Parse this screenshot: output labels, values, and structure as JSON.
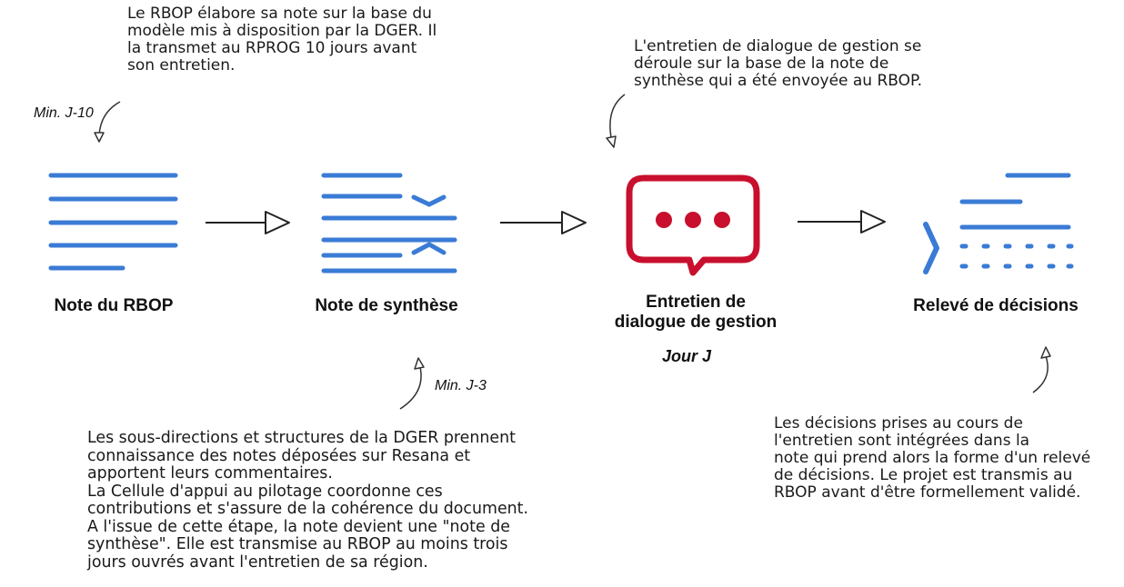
{
  "steps": [
    {
      "label": "Note du RBOP",
      "icon": "text-lines-icon"
    },
    {
      "label": "Note de synthèse",
      "icon": "merge-lines-icon"
    },
    {
      "label": "Entretien de\ndialogue de gestion",
      "icon": "speech-bubble-icon"
    },
    {
      "label": "Relevé de décisions",
      "icon": "decision-list-icon"
    }
  ],
  "timings": {
    "min_j10": "Min. J-10",
    "min_j3": "Min. J-3",
    "jour_j": "Jour J"
  },
  "notes": {
    "rbop": "Le RBOP élabore sa note sur la base du\nmodèle mis à disposition par la DGER. Il\nla transmet au RPROG 10 jours avant\nson entretien.",
    "entretien": "L'entretien de dialogue de gestion se\ndéroule sur la base de la note de\nsynthèse qui a été envoyée au RBOP.",
    "synthese": "Les sous-directions et structures de la DGER prennent\nconnaissance des notes déposées sur Resana et\napportent leurs commentaires.\nLa Cellule d'appui au pilotage coordonne ces\ncontributions et s'assure de la cohérence du document.\nA l'issue de cette étape, la note devient une \"note de\nsynthèse\". Elle est transmise au RBOP au moins trois\njours ouvrés avant l'entretien de sa région.",
    "decisions": "Les décisions prises au cours de\nl'entretien sont intégrées dans la\nnote qui prend alors la forme d'un relevé\nde décisions. Le projet est transmis au\nRBOP avant d'être formellement validé."
  },
  "colors": {
    "blue": "#3a7bd5",
    "red": "#c8102e",
    "text": "#1a1a1a"
  }
}
